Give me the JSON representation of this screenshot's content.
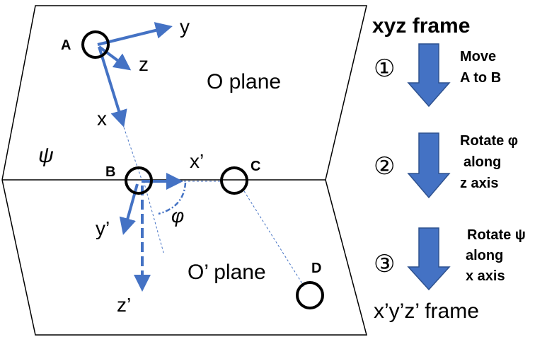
{
  "planes": {
    "top": {
      "label": "O plane"
    },
    "bottom": {
      "label": "O’ plane"
    },
    "angle_symbol": "ψ"
  },
  "points": {
    "A": "A",
    "B": "B",
    "C": "C",
    "D": "D"
  },
  "axes": {
    "x": "x",
    "y": "y",
    "z": "z",
    "x_prime": "x’",
    "y_prime": "y’",
    "z_prime": "z’",
    "phi": "φ"
  },
  "side_panel": {
    "title_top": "xyz frame",
    "title_bottom": "x’y’z’ frame",
    "steps": [
      {
        "number": "①",
        "lines": [
          "Move",
          "A to B"
        ]
      },
      {
        "number": "②",
        "lines": [
          "Rotate φ",
          "along",
          "z axis"
        ]
      },
      {
        "number": "③",
        "lines": [
          "Rotate ψ",
          "along",
          "x axis"
        ]
      }
    ]
  },
  "colors": {
    "arrow": "#4472C4",
    "outline": "#000000",
    "guide": "#4472C4"
  }
}
